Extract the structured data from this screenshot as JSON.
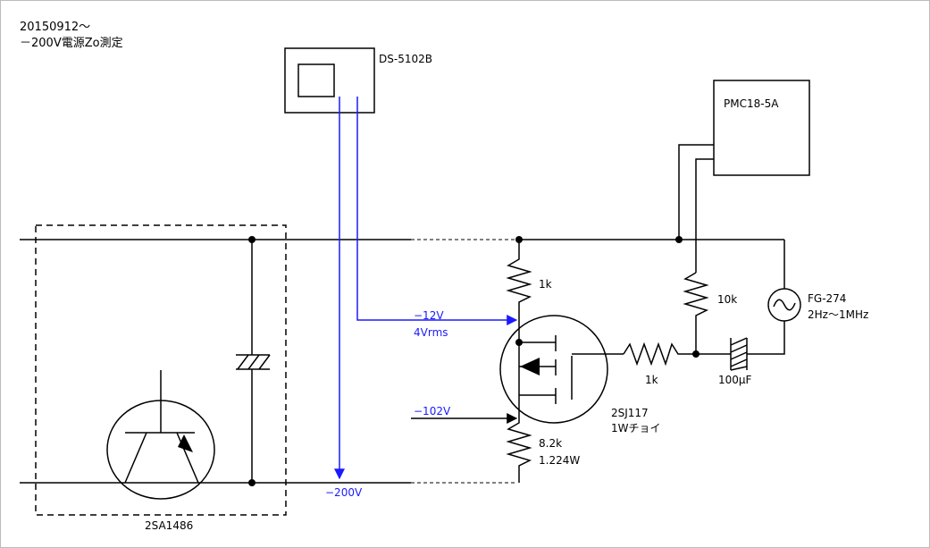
{
  "header": {
    "date": "20150912～",
    "title": "－200V電源Zo測定"
  },
  "instruments": {
    "oscilloscope": "DS-5102B",
    "power_supply": "PMC18-5A",
    "generator_name": "FG-274",
    "generator_range": "2Hz～1MHz"
  },
  "components": {
    "r_drain": "1k",
    "r_pmc": "10k",
    "r_gate": "1k",
    "capacitor": "100μF",
    "r_source_value": "8.2k",
    "r_source_power": "1.224W",
    "fet_name": "2SJ117",
    "fet_note": "1Wチョイ",
    "transistor": "2SA1486"
  },
  "measurements": {
    "drain_voltage": "−12V",
    "ac_level": "4Vrms",
    "source_voltage": "−102V",
    "supply_voltage": "−200V"
  },
  "colors": {
    "wire": "#000000",
    "probe": "#1a1aff",
    "background": "#ffffff"
  }
}
